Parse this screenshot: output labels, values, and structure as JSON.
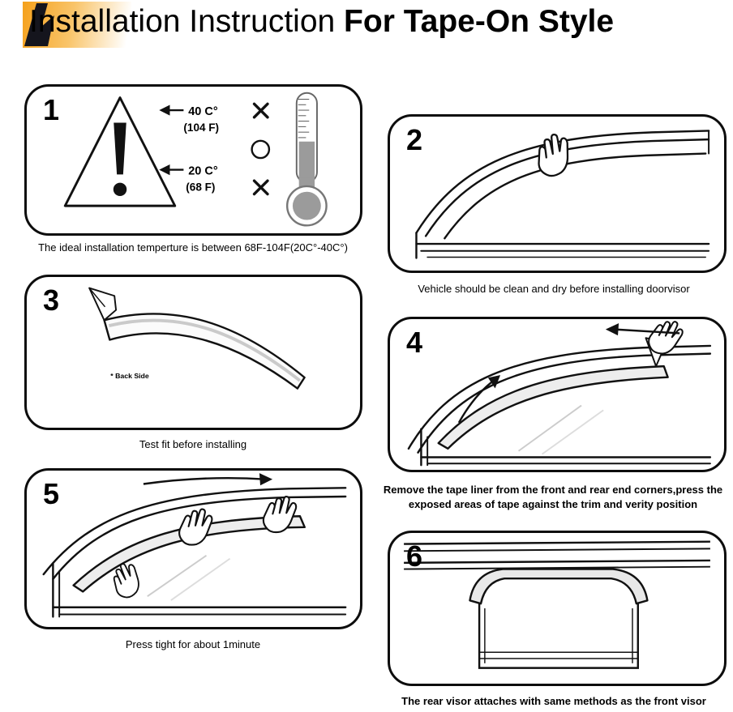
{
  "page": {
    "background": "#ffffff",
    "accent_orange": "#f5a11c",
    "ink": "#111111"
  },
  "header": {
    "title_regular": "Installation Instruction ",
    "title_bold": "For Tape-On Style"
  },
  "steps": [
    {
      "number": "1",
      "caption": "The ideal installation temperture is between 68F-104F(20C°-40C°)",
      "temps": {
        "high_c": "40 C°",
        "high_f": "(104 F)",
        "low_c": "20 C°",
        "low_f": "(68 F)"
      },
      "marks": [
        "cross",
        "circle",
        "cross"
      ],
      "icons": [
        "warning-triangle",
        "thermometer",
        "arrow-left",
        "arrow-left"
      ]
    },
    {
      "number": "2",
      "caption": "Vehicle should be clean and dry before installing doorvisor",
      "icons": [
        "hand",
        "door-window"
      ]
    },
    {
      "number": "3",
      "caption": "Test fit before installing",
      "note": "* Back Side",
      "icons": [
        "visor",
        "tape-liner-peel"
      ]
    },
    {
      "number": "4",
      "caption": "Remove the tape liner from the front and rear end corners,press the exposed areas of tape against the trim and verity position",
      "icons": [
        "hand",
        "arrow-left",
        "arrow-up-right",
        "door-window",
        "visor"
      ]
    },
    {
      "number": "5",
      "caption": "Press tight for about 1minute",
      "icons": [
        "hand",
        "hand",
        "hand",
        "arrow-right",
        "door-window",
        "visor"
      ]
    },
    {
      "number": "6",
      "caption": "The rear visor attaches with same methods as the front visor",
      "icons": [
        "rear-window",
        "visor"
      ]
    }
  ]
}
